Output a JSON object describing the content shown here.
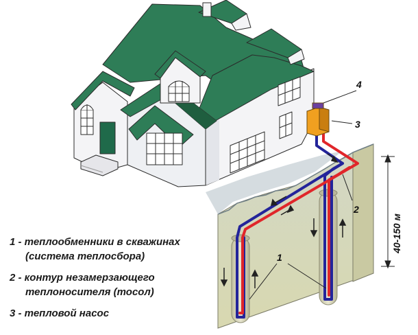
{
  "legend": [
    {
      "number": "1",
      "line1": "- теплообменники в скважинах",
      "line2": "(система теплосбора)"
    },
    {
      "number": "2",
      "line1": "- контур незамерзающего",
      "line2": "теплоносителя (тосол)"
    },
    {
      "number": "3",
      "line1": "- тепловой насос",
      "line2": ""
    }
  ],
  "callouts": {
    "heat_exchangers": "1",
    "coolant_loop": "2",
    "heat_pump": "3",
    "indoor_unit": "4"
  },
  "depth_label": "40-150 м",
  "colors": {
    "roof": "#2e7d57",
    "roof_dark": "#1f5e3f",
    "wall": "#f4f4f6",
    "wall_shade": "#d9dbe2",
    "soil": "#d6d6b4",
    "soil_side": "#cbcba6",
    "soil_shadow": "#b9c6cf",
    "hot_pipe": "#e0262a",
    "cold_pipe": "#23249a",
    "pump": "#f0a020",
    "door": "#1f6a4a",
    "window": "#ffffff",
    "window_frame": "#2b2b2b"
  }
}
